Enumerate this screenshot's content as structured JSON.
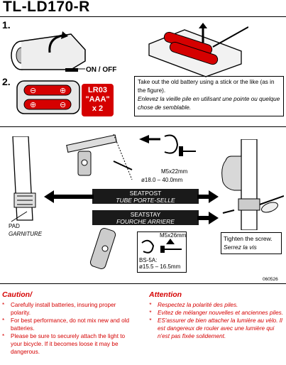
{
  "title": "TL-LD170-R",
  "steps": {
    "step1": "1.",
    "step2": "2."
  },
  "on_off_label": "ON / OFF",
  "battery": {
    "line1": "LR03",
    "line2": "\"AAA\"",
    "line3": "x 2"
  },
  "battery_note": {
    "en": "Take out the old battery using a stick or the like (as in the figure).",
    "fr": "Enlevez la vieille pile en utilisant une pointe ou quelque chose de semblable."
  },
  "mount": {
    "screw1_size": "M5x22mm",
    "diameter1": "ø18.0 – 40.0mm",
    "seatpost_en": "SEATPOST",
    "seatpost_fr": "TUBE PORTE-SELLE",
    "seatstay_en": "SEATSTAY",
    "seatstay_fr": "FOURCHE ARRIERE",
    "pad_en": "PAD",
    "pad_fr": "GARNITURE",
    "screw2_size": "M5x26mm",
    "bracket_model": "BS-5A:",
    "diameter2": "ø15.5 – 16.5mm",
    "tighten_en": "Tighten the screw.",
    "tighten_fr": "Serrez la vis"
  },
  "doc_code": "060526",
  "caution": {
    "heading": "Caution/",
    "items": [
      "Carefully install batteries, insuring proper polarity.",
      "For best performance, do not mix new and old batteries.",
      "Please be sure to securely attach the light to your bicycle.  If it becomes loose it may be dangerous."
    ]
  },
  "attention": {
    "heading": "Attention",
    "items": [
      "Respectez la polarité des piles.",
      "Evitez de mélanger nouvelles et anciennes piles.",
      "ES'assurer de bien attacher la lumière au vélo. Il est dangereux de rouler avec une lumière qui n'est pas fixée solidement."
    ]
  },
  "colors": {
    "accent": "#d50000",
    "band": "#1a1a1a"
  }
}
